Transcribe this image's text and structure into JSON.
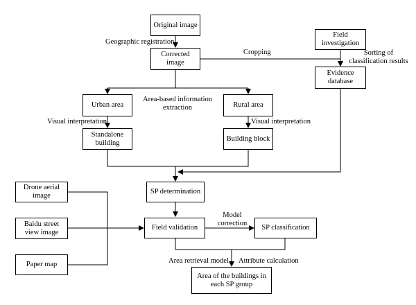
{
  "nodes": {
    "original": "Original image",
    "corrected": "Corrected image",
    "field_investigation": "Field investigation",
    "evidence": "Evidence database",
    "urban": "Urban area",
    "rural": "Rural area",
    "standalone": "Standalone building",
    "block": "Building block",
    "sp_determination": "SP determination",
    "drone": "Drone aerial image",
    "baidu": "Baidu street view image",
    "paper": "Paper map",
    "field_validation": "Field validation",
    "sp_classification": "SP classification",
    "area_result": "Area of the buildings in each SP group"
  },
  "edges": {
    "geo_registration": "Geographic registration",
    "cropping": "Cropping",
    "sorting": "Sorting of classification results",
    "area_based": "Area-based information extraction",
    "visual_left": "Visual interpretation",
    "visual_right": "Visual interpretation",
    "model_correction": "Model correction",
    "area_retrieval": "Area retrieval model",
    "attribute_calc": "Attribute calculation"
  }
}
